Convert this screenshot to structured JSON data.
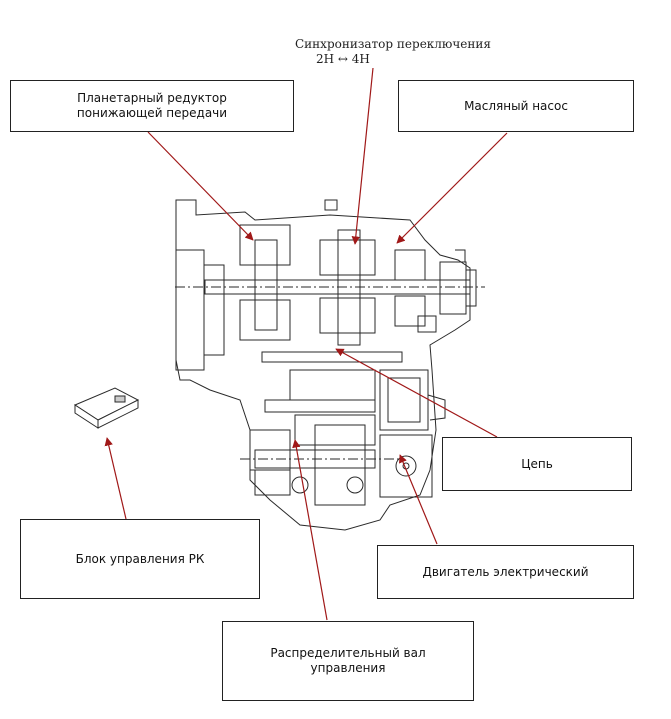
{
  "labels": {
    "synchronizer_line1": "Синхронизатор переключения",
    "synchronizer_line2": "2H   ↔  4H",
    "planetary_line1": "Планетарный редуктор",
    "planetary_line2": "понижающей передачи",
    "oil_pump": "Масляный насос",
    "chain": "Цепь",
    "control_unit": "Блок управления РК",
    "electric_motor": "Двигатель электрический",
    "camshaft_line1": "Распределительный вал",
    "camshaft_line2": "управления"
  },
  "colors": {
    "leader_line": "#a01818",
    "drawing_stroke": "#2a2a2a",
    "box_border": "#222222"
  }
}
